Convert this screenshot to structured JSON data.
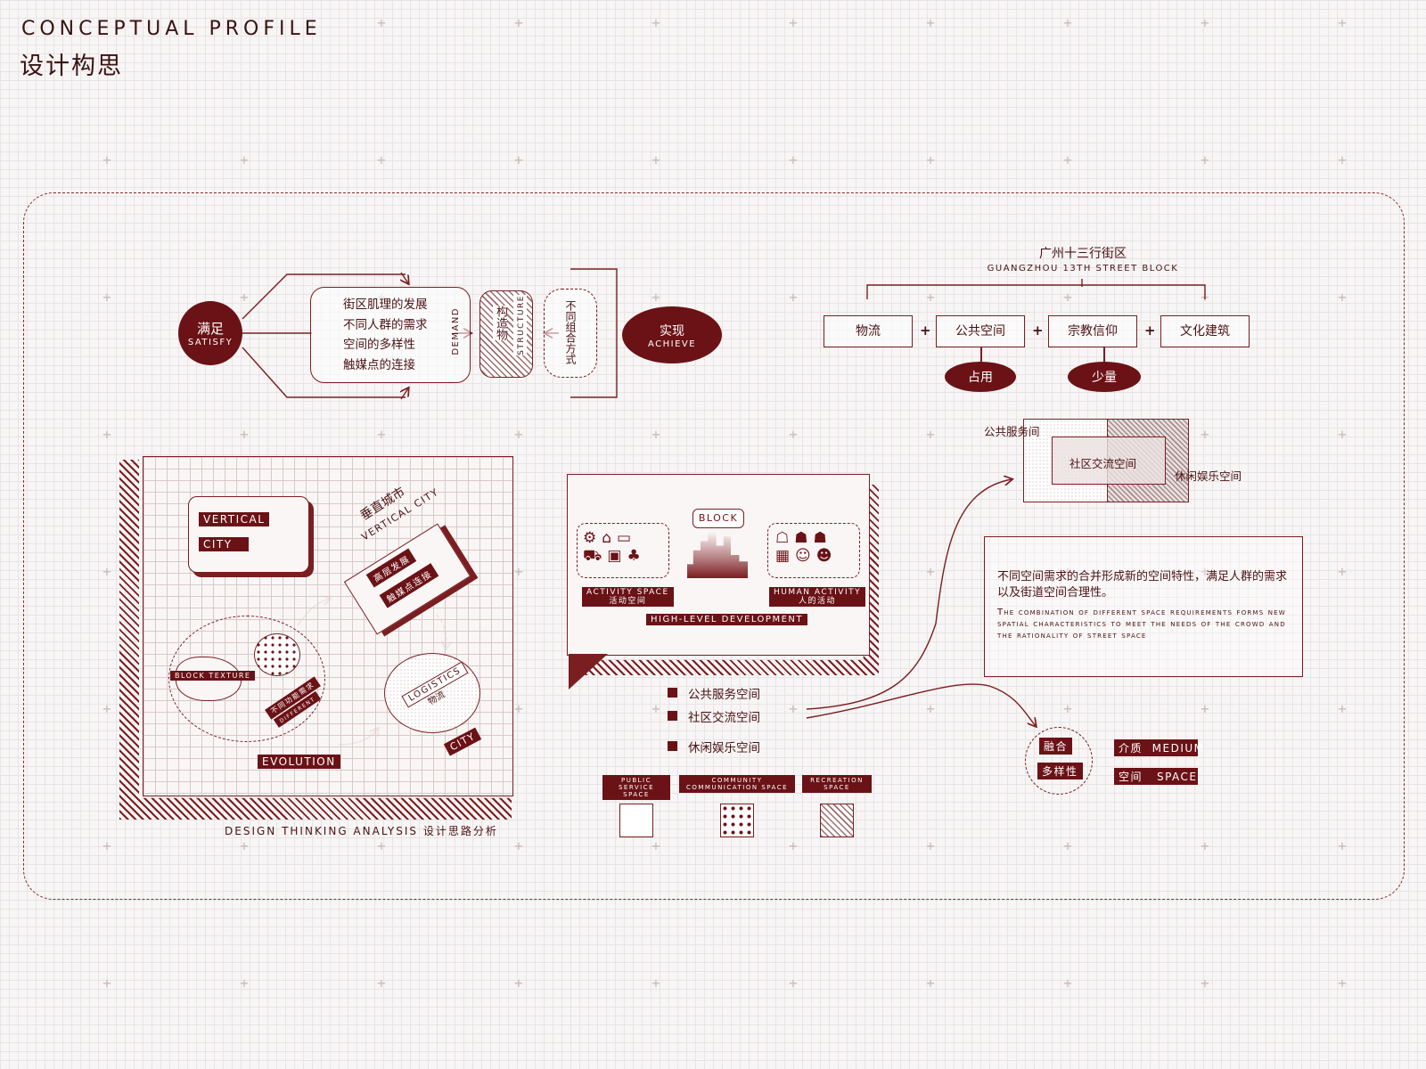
{
  "header": {
    "title_en": "CONCEPTUAL PROFILE",
    "title_zh": "设计构思"
  },
  "flow": {
    "satisfy_zh": "满足",
    "satisfy_en": "SATISFY",
    "needs": [
      "街区肌理的发展",
      "不同人群的需求",
      "空间的多样性",
      "触媒点的连接"
    ],
    "demand": "DEMAND",
    "structure_zh": "构造物",
    "structure_en": "structure",
    "combination": "不同组合方式",
    "achieve_zh": "实现",
    "achieve_en": "ACHIEVE"
  },
  "block": {
    "title_zh": "广州十三行街区",
    "title_en": "GUANGZHOU 13TH STREET BLOCK",
    "items": [
      "物流",
      "公共空间",
      "宗教信仰",
      "文化建筑"
    ],
    "ops": [
      "+",
      "+",
      "+"
    ],
    "occupy": "占用",
    "few": "少量"
  },
  "venn": {
    "left": "公共服务间",
    "center": "社区交流空间",
    "right": "休闲娱乐空间"
  },
  "description": {
    "zh": "不同空间需求的合并形成新的空间特性，满足人群的需求以及街道空间合理性。",
    "en": "The combination of different space requirements forms new spatial characteristics to meet the needs of the crowd and the rationality of street space"
  },
  "thinking": {
    "vertical": "VERTICAL",
    "city": "CITY",
    "vertical_city_zh": "垂直城市",
    "vertical_city_en": "VERTICAL CITY",
    "tag1": "高层发展",
    "tag2": "触媒点连接",
    "block_texture": "BLOCK TEXTURE",
    "diff_zh": "不同功能需求",
    "diff_en": "different",
    "evolution": "EVOLUTION",
    "logistics_en": "LOGISTICS",
    "logistics_zh": "物流",
    "city2": "CITY",
    "caption": "DESIGN THINKING ANALYSIS 设计思路分析"
  },
  "center": {
    "block": "BLOCK",
    "activity_en": "ACTIVITY SPACE",
    "activity_zh": "活动空间",
    "human_en": "HUMAN ACTIVITY",
    "human_zh": "人的活动",
    "high": "HIGH-LEVEL DEVELOPMENT",
    "bullets": [
      "公共服务空间",
      "社区交流空间",
      "休闲娱乐空间"
    ],
    "legend": [
      {
        "label": "PUBLIC SERVICE SPACE"
      },
      {
        "label": "COMMUNITY COMMUNICATION SPACE"
      },
      {
        "label": "RECREATION SPACE"
      }
    ]
  },
  "fusion": {
    "a": "融合",
    "b": "多样性",
    "medium_zh": "介质",
    "medium_en": "MEDIUM",
    "space_zh": "空间",
    "space_en": "SPACE"
  },
  "colors": {
    "primary": "#6b1216",
    "line": "#7a1e22"
  }
}
